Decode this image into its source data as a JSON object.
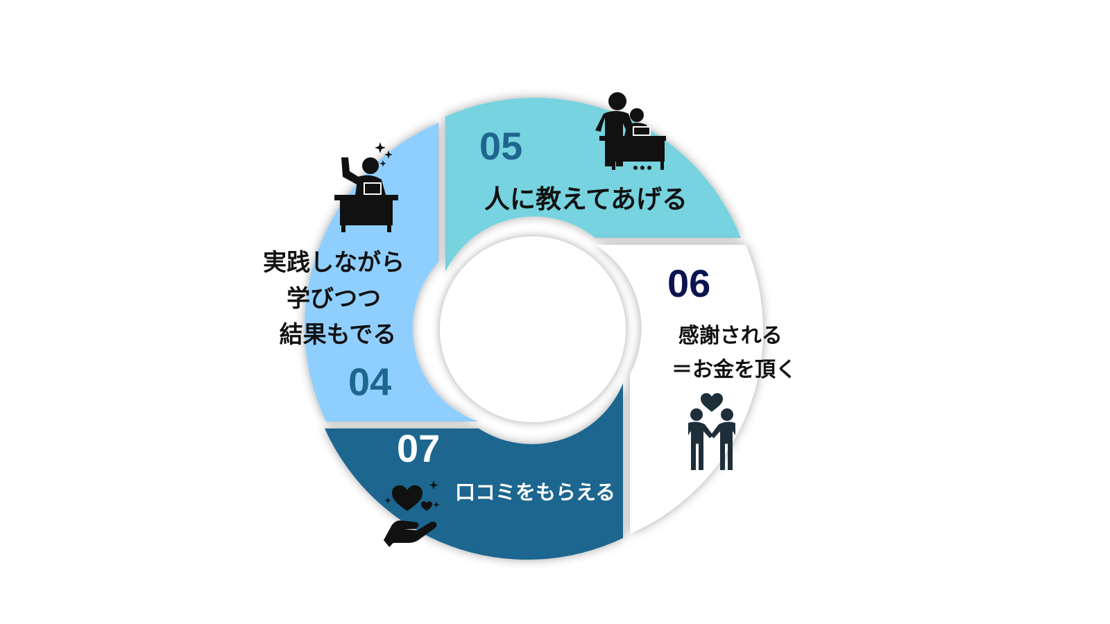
{
  "colors": {
    "segment_04": "#8fcfff",
    "segment_05": "#76d3df",
    "segment_06": "#ffffff",
    "segment_07": "#1e668f",
    "number_04": "#1e668f",
    "number_05": "#1e668f",
    "number_06": "#0b1350",
    "number_07": "#ffffff",
    "text_dark": "#111111",
    "text_light": "#ffffff",
    "icon_dark": "#111111",
    "icon_slate": "#1f2f3a"
  },
  "segments": {
    "s04": {
      "number": "04",
      "lines": [
        "実践しながら",
        "学びつつ",
        "結果もでる"
      ],
      "icon": "person-raising-hand-at-desk-icon"
    },
    "s05": {
      "number": "05",
      "lines": [
        "人に教えてあげる"
      ],
      "icon": "teacher-helping-student-at-desk-icon"
    },
    "s06": {
      "number": "06",
      "lines": [
        "感謝される",
        "＝お金を頂く"
      ],
      "icon": "two-people-heart-exchange-icon"
    },
    "s07": {
      "number": "07",
      "lines": [
        "口コミをもらえる"
      ],
      "icon": "hand-holding-hearts-icon"
    }
  }
}
